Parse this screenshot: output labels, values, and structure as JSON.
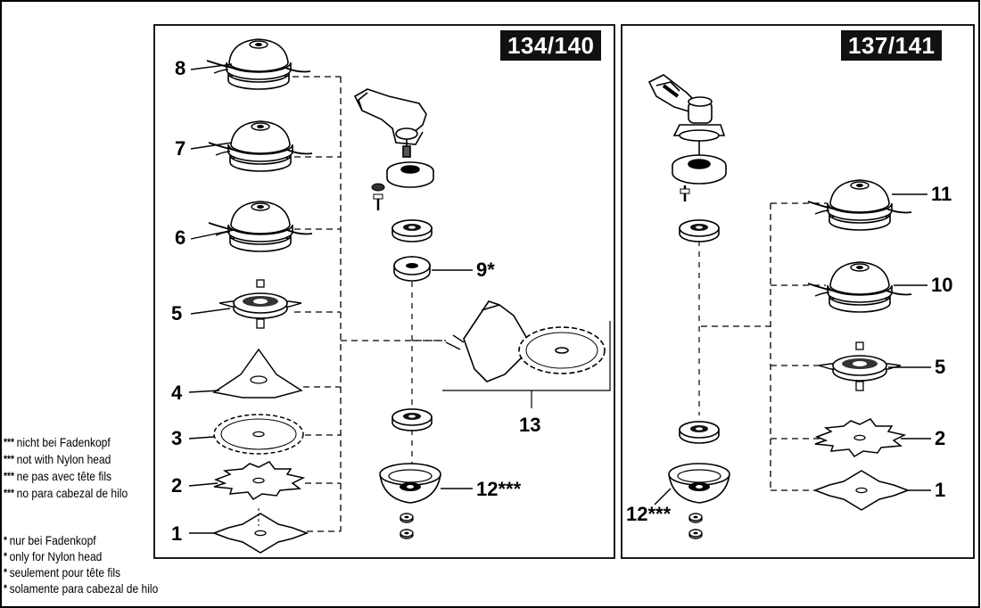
{
  "panels": {
    "left": {
      "model": "134/140"
    },
    "right": {
      "model": "137/141"
    }
  },
  "labels": {
    "left": {
      "p8": "8",
      "p7": "7",
      "p6": "6",
      "p5": "5",
      "p4": "4",
      "p3": "3",
      "p2": "2",
      "p1": "1",
      "p9": "9*",
      "p12": "12***",
      "p13": "13"
    },
    "right": {
      "p11": "11",
      "p10": "10",
      "p5": "5",
      "p2": "2",
      "p1": "1",
      "p12": "12***"
    }
  },
  "notes": {
    "not_with_head": {
      "marker": "***",
      "lines": [
        "nicht bei Fadenkopf",
        "not with Nylon head",
        "ne pas avec  tête fils",
        "no para cabezal de hilo"
      ]
    },
    "only_head": {
      "marker": "*",
      "lines": [
        "nur bei Fadenkopf",
        "only for Nylon head",
        "seulement pour tête fils",
        "solamente para cabezal de hilo"
      ]
    }
  }
}
